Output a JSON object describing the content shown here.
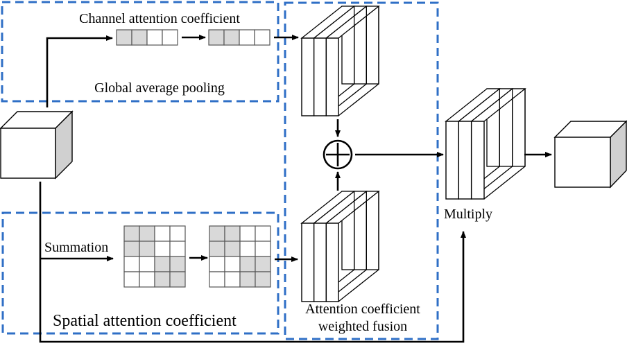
{
  "diagram": {
    "title": "Channel and spatial attention fusion module",
    "colors": {
      "dashed_box": "#2f6fc6",
      "shaded_cell": "#d9d9d9",
      "cube_side": "#d0d0d0",
      "line": "#000000"
    },
    "groups": {
      "channel_branch": {
        "top_label": "Channel attention coefficient",
        "bottom_label": "Global average pooling",
        "vectors": [
          {
            "cells": [
              1,
              1,
              0,
              0
            ]
          },
          {
            "cells": [
              1,
              1,
              0,
              0
            ]
          }
        ]
      },
      "spatial_branch": {
        "input_label": "Summation",
        "bottom_label": "Spatial attention coefficient",
        "grids": [
          {
            "cells": [
              [
                1,
                1,
                0,
                0
              ],
              [
                1,
                1,
                0,
                0
              ],
              [
                0,
                0,
                1,
                1
              ],
              [
                0,
                0,
                1,
                1
              ]
            ]
          },
          {
            "cells": [
              [
                1,
                1,
                0,
                0
              ],
              [
                1,
                1,
                0,
                0
              ],
              [
                0,
                0,
                1,
                1
              ],
              [
                0,
                0,
                1,
                1
              ]
            ]
          }
        ]
      },
      "fusion": {
        "label_line1": "Attention coefficient",
        "label_line2": "weighted fusion",
        "operator_symbol": "⊕"
      },
      "multiply": {
        "label": "Multiply"
      }
    },
    "nodes": [
      {
        "id": "input-feature-map",
        "shape": "cube"
      },
      {
        "id": "channel-weighted-stack",
        "shape": "stack",
        "slices": 3
      },
      {
        "id": "spatial-weighted-stack",
        "shape": "stack",
        "slices": 3
      },
      {
        "id": "fused-stack",
        "shape": "stack",
        "slices": 3
      },
      {
        "id": "output-feature-map",
        "shape": "cube"
      }
    ]
  }
}
